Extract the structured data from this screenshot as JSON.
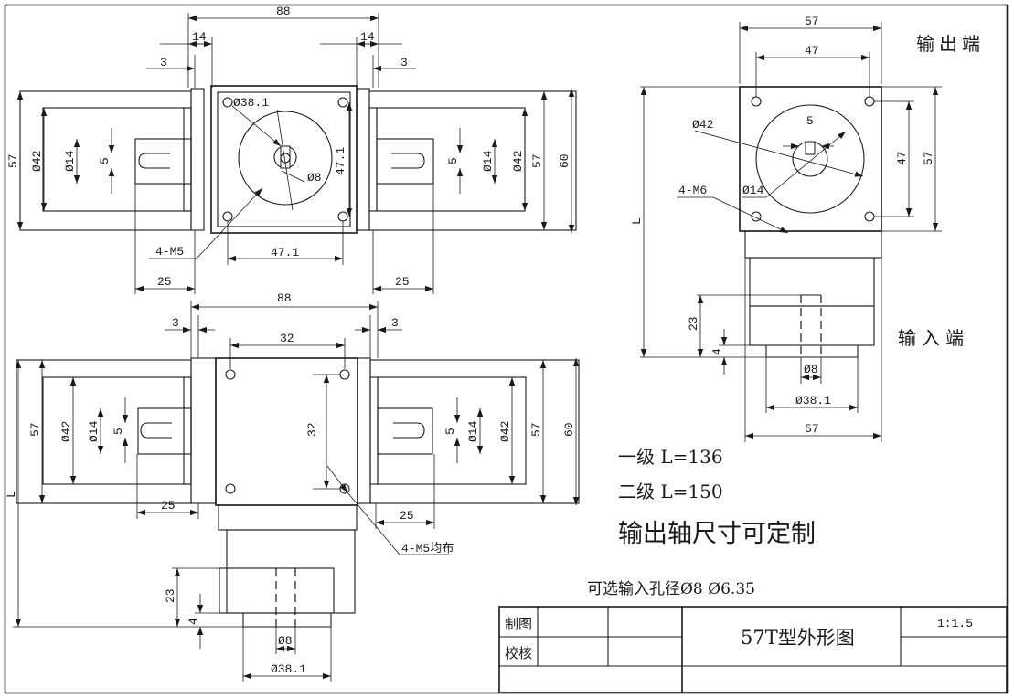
{
  "labels": {
    "output_end": "输出端",
    "input_end": "输入端",
    "stage1": "一级 L=136",
    "stage2": "二级 L=150",
    "output_shaft_note": "输出轴尺寸可定制",
    "input_bore_note": "可选输入孔径Ø8  Ø6.35",
    "mount_holes_even": "4-M5均布"
  },
  "dims": {
    "d88": "88",
    "d14": "14",
    "d3": "3",
    "d57": "57",
    "d60": "60",
    "d42": "Ø42",
    "d14dia": "Ø14",
    "d5": "5",
    "d38_1": "Ø38.1",
    "d8": "Ø8",
    "d47_1": "47.1",
    "d47": "47",
    "d25": "25",
    "d32": "32",
    "d23": "23",
    "d4": "4",
    "m5": "4-M5",
    "m6": "4-M6",
    "L": "L"
  },
  "title_block": {
    "drawn_label": "制图",
    "checked_label": "校核",
    "title": "57T型外形图",
    "scale": "1:1.5"
  }
}
